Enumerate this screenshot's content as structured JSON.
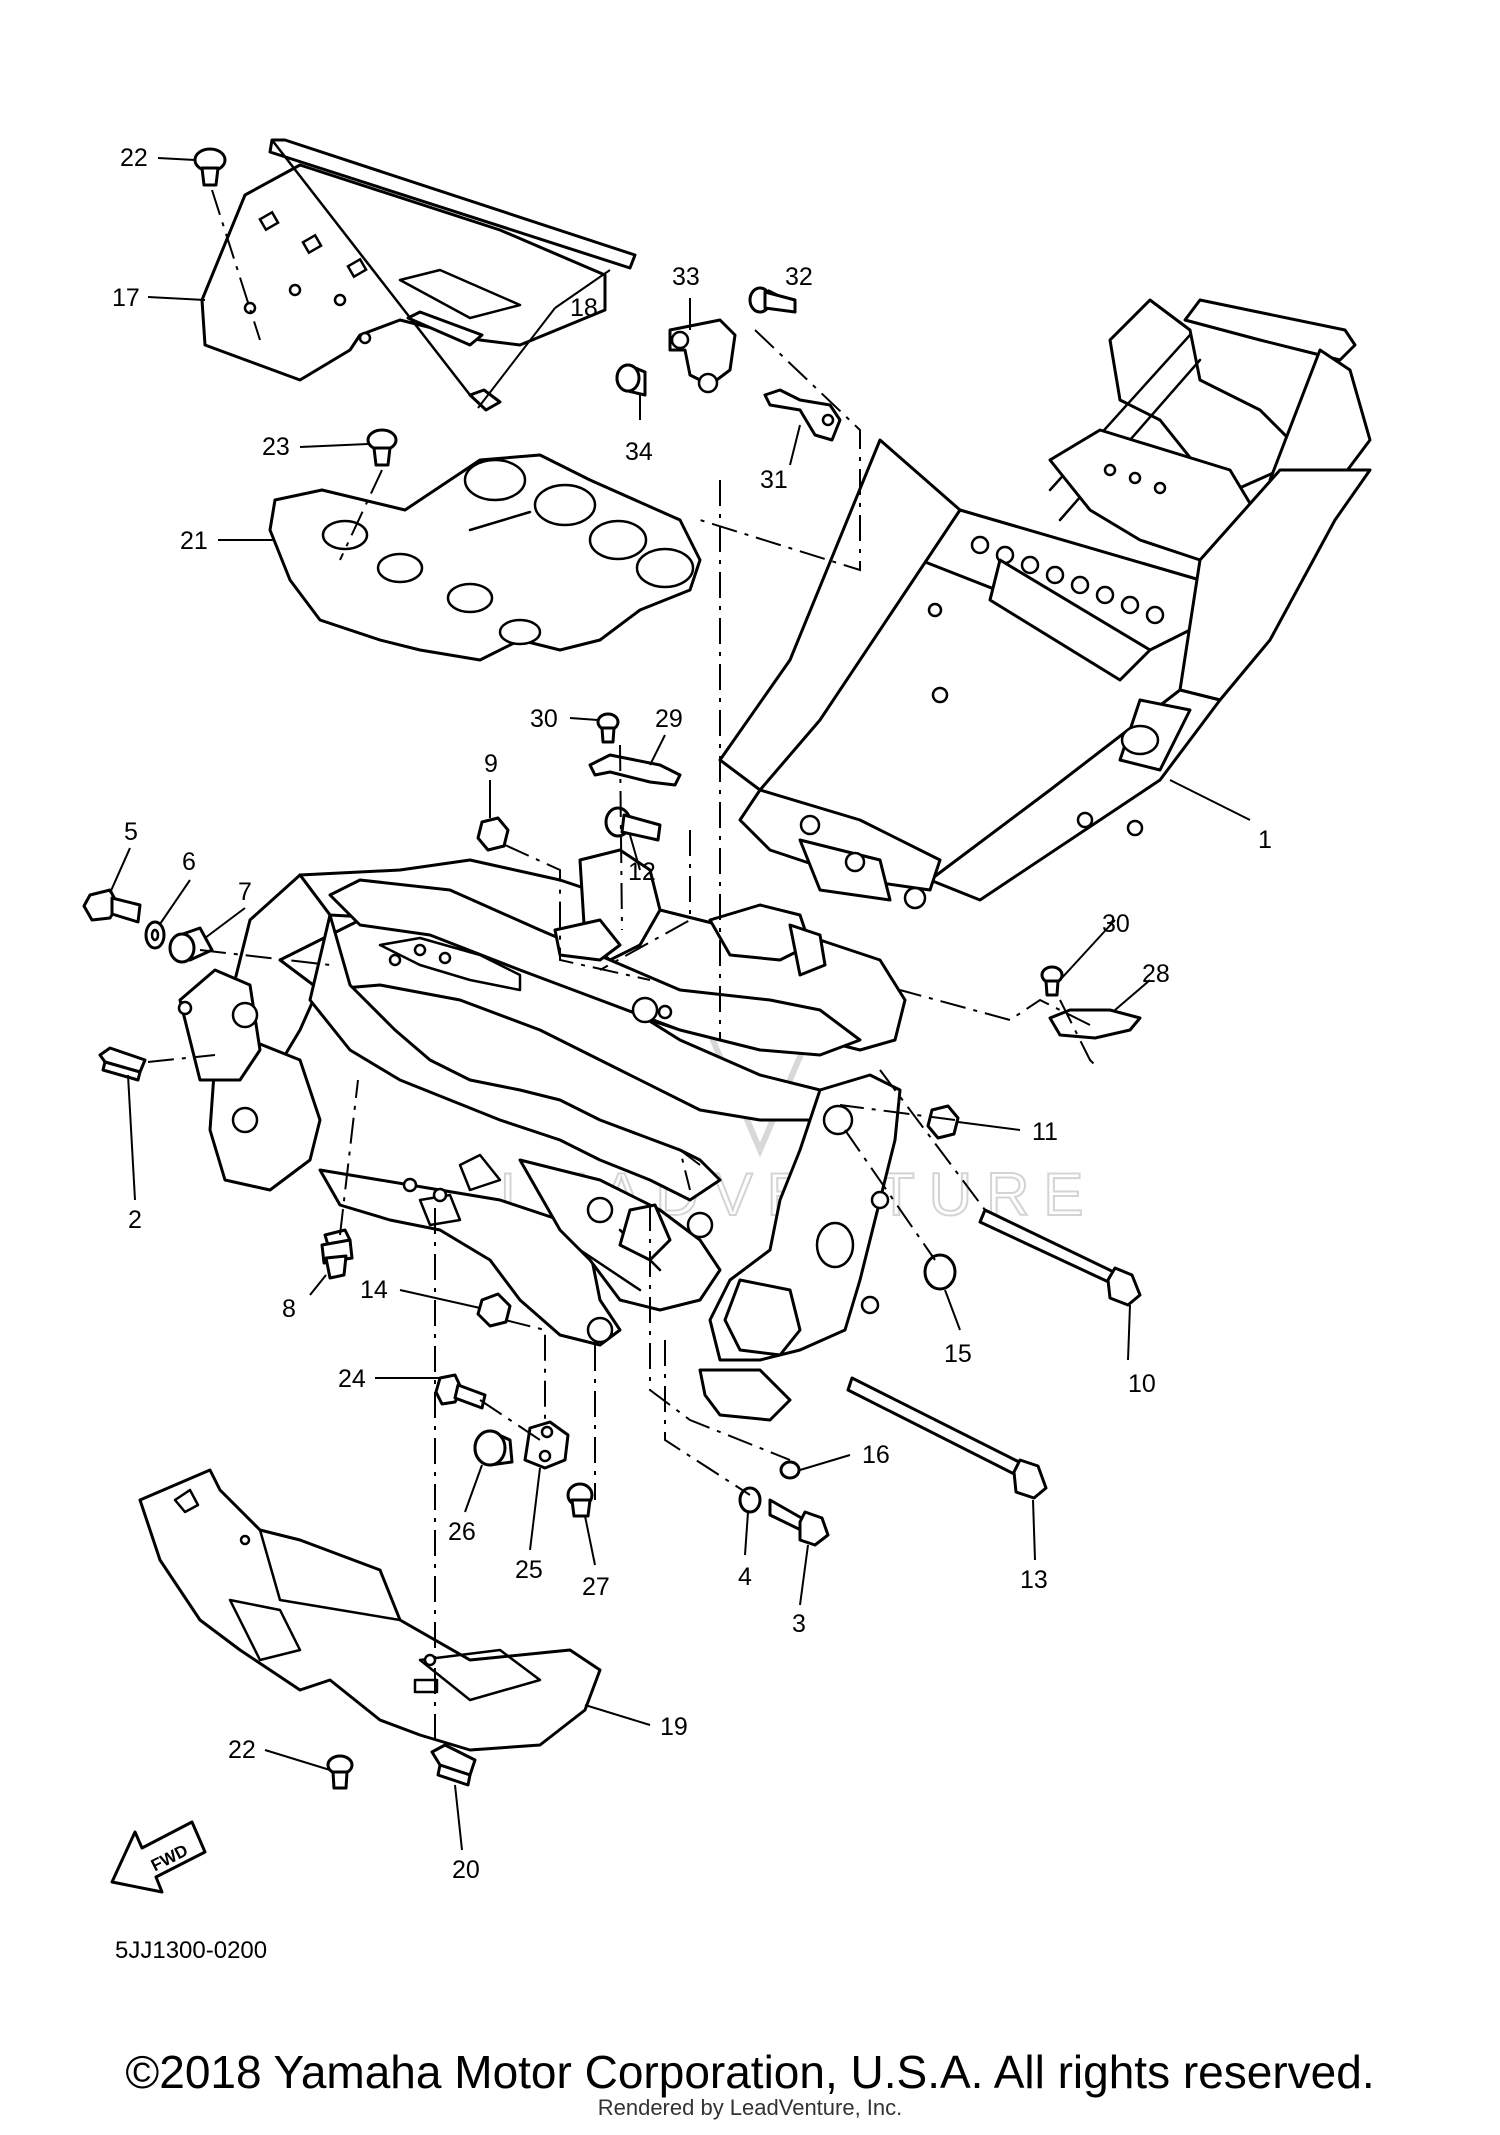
{
  "callouts": {
    "c1": "1",
    "c2": "2",
    "c3": "3",
    "c4": "4",
    "c5": "5",
    "c6": "6",
    "c7": "7",
    "c8": "8",
    "c9": "9",
    "c10": "10",
    "c11": "11",
    "c12": "12",
    "c13": "13",
    "c14": "14",
    "c15": "15",
    "c16": "16",
    "c17": "17",
    "c18": "18",
    "c19": "19",
    "c20": "20",
    "c21": "21",
    "c22a": "22",
    "c22b": "22",
    "c23": "23",
    "c24": "24",
    "c25": "25",
    "c26": "26",
    "c27": "27",
    "c28": "28",
    "c29": "29",
    "c30a": "30",
    "c30b": "30",
    "c31": "31",
    "c32": "32",
    "c33": "33",
    "c34": "34"
  },
  "diagram_code": "5JJ1300-0200",
  "fwd_label": "FWD",
  "watermark": "LEADVENTURE",
  "copyright": "©2018 Yamaha Motor Corporation, U.S.A. All rights reserved.",
  "rendered_by": "Rendered by LeadVenture, Inc."
}
